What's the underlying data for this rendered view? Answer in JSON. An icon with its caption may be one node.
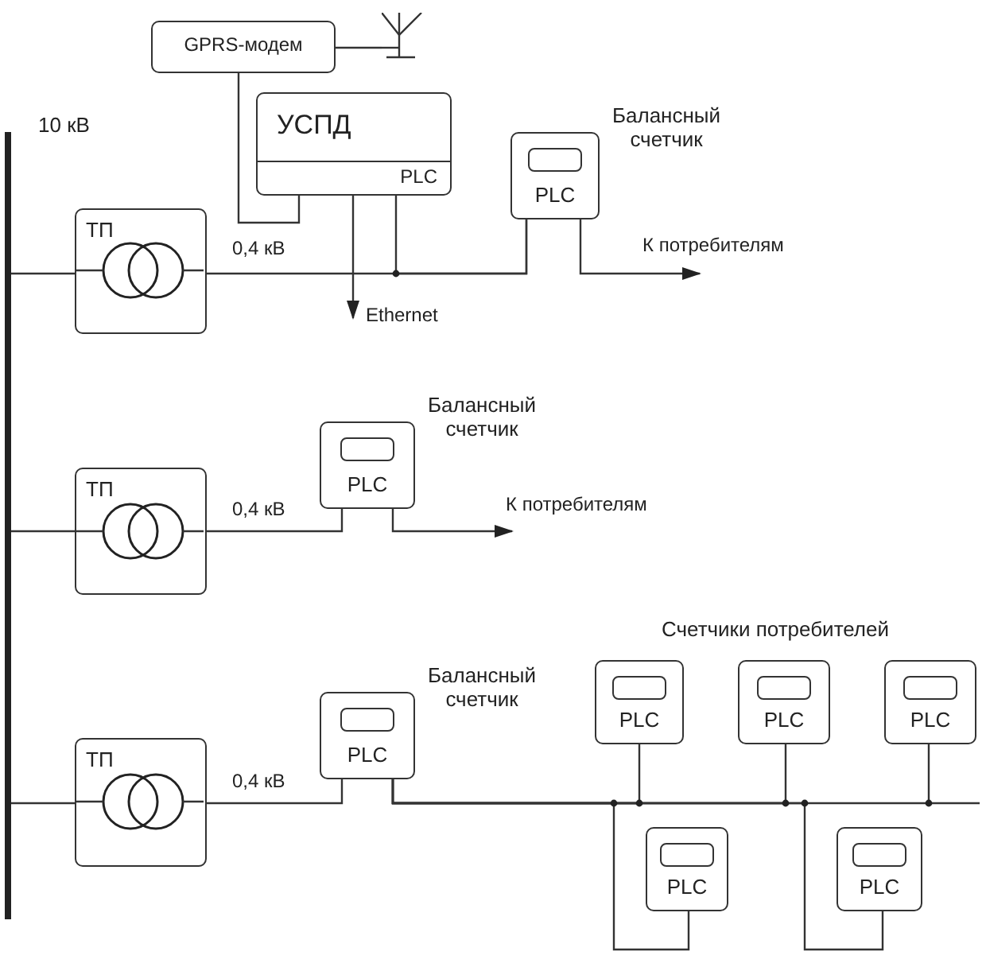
{
  "diagram": {
    "nodes": [
      {
        "text": [],
        "shape": "bar"
      },
      {
        "text": [
          "GPRS-модем"
        ]
      },
      {
        "text": [],
        "shape": "antenna"
      },
      {
        "text": [
          "УСПД",
          "PLC"
        ]
      },
      {
        "text": [
          "ТП"
        ]
      },
      {
        "text": [
          "PLC"
        ],
        "beside": [
          "Балансный счетчик"
        ]
      },
      {
        "text": [
          "Ethernet"
        ]
      },
      {
        "text": [
          "К потребителям"
        ]
      },
      {
        "text": [
          "ТП"
        ]
      },
      {
        "text": [
          "PLC"
        ],
        "beside": [
          "Балансный счетчик"
        ]
      },
      {
        "text": [
          "К потребителям"
        ]
      },
      {
        "text": [
          "ТП"
        ]
      },
      {
        "text": [
          "PLC"
        ],
        "beside": [
          "Балансный счетчик"
        ]
      },
      {
        "text": [
          "PLC"
        ]
      },
      {
        "text": [
          "PLC"
        ]
      },
      {
        "text": [
          "PLC"
        ]
      },
      {
        "text": [
          "PLC"
        ]
      },
      {
        "text": [
          "PLC"
        ]
      }
    ],
    "edges": [
      {
        "from": 0,
        "to": 4,
        "arrow": "none"
      },
      {
        "from": 1,
        "to": 2,
        "arrow": "none"
      },
      {
        "from": 1,
        "to": 3,
        "arrow": "none"
      },
      {
        "from": 4,
        "to": 5,
        "arrow": "none",
        "label": "0,4 кВ"
      },
      {
        "from": 3,
        "to": 5,
        "arrow": "none"
      },
      {
        "from": 3,
        "to": 6,
        "arrow": "to"
      },
      {
        "from": 5,
        "to": 7,
        "arrow": "to"
      },
      {
        "from": 0,
        "to": 8,
        "arrow": "none"
      },
      {
        "from": 8,
        "to": 9,
        "arrow": "none",
        "label": "0,4 кВ"
      },
      {
        "from": 9,
        "to": 10,
        "arrow": "to"
      },
      {
        "from": 0,
        "to": 11,
        "arrow": "none"
      },
      {
        "from": 11,
        "to": 12,
        "arrow": "none",
        "label": "0,4 кВ"
      },
      {
        "from": 12,
        "to": 13,
        "arrow": "none"
      },
      {
        "from": 12,
        "to": 14,
        "arrow": "none"
      },
      {
        "from": 12,
        "to": 15,
        "arrow": "none"
      },
      {
        "from": 12,
        "to": 16,
        "arrow": "none"
      },
      {
        "from": 12,
        "to": 17,
        "arrow": "none"
      }
    ],
    "labels": [
      "10 кВ",
      "Счетчики потребителей"
    ]
  }
}
